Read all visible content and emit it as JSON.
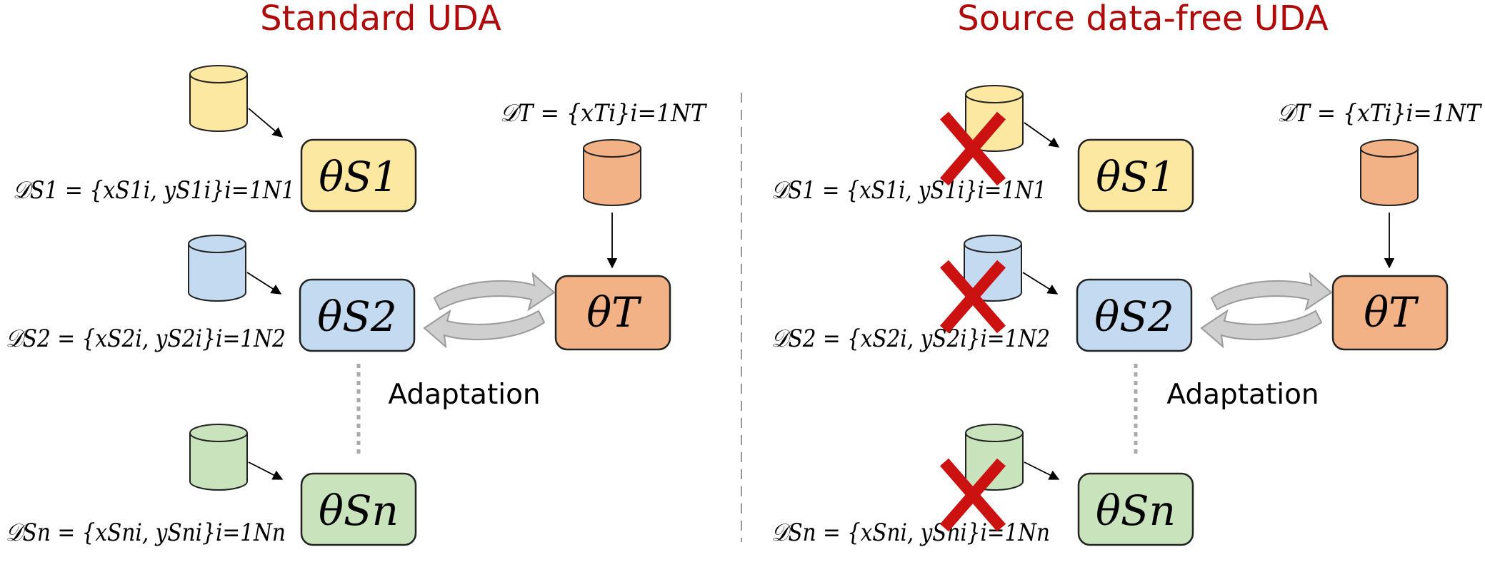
{
  "panels": {
    "left": {
      "title": "Standard UDA",
      "adaptation_label": "Adaptation",
      "target_set": "𝒟T = {xTi}i=1NT",
      "target_model": "θT",
      "sources": [
        {
          "set": "𝒟S1 = {xS1i, yS1i}i=1N1",
          "model": "θS1"
        },
        {
          "set": "𝒟S2 = {xS2i, yS2i}i=1N2",
          "model": "θS2"
        },
        {
          "set": "𝒟Sn = {xSni, ySni}i=1Nn",
          "model": "θSn"
        }
      ]
    },
    "right": {
      "title": "Source data-free UDA",
      "adaptation_label": "Adaptation",
      "target_set": "𝒟T = {xTi}i=1NT",
      "target_model": "θT",
      "sources": [
        {
          "set": "𝒟S1 = {xS1i, yS1i}i=1N1",
          "model": "θS1"
        },
        {
          "set": "𝒟S2 = {xS2i, yS2i}i=1N2",
          "model": "θS2"
        },
        {
          "set": "𝒟Sn = {xSni, ySni}i=1Nn",
          "model": "θSn"
        }
      ]
    }
  },
  "colors": {
    "title": "#b00b0b",
    "source1": "#fde8a2",
    "source2": "#c3daf0",
    "sourceN": "#c9e3bd",
    "target": "#f3b286",
    "arrow_gray": "#bdbdbd",
    "cross": "#cc1111",
    "divider": "#999999"
  },
  "icons": [
    "database-icon",
    "cross-mark-icon",
    "cycle-arrow-icon"
  ]
}
